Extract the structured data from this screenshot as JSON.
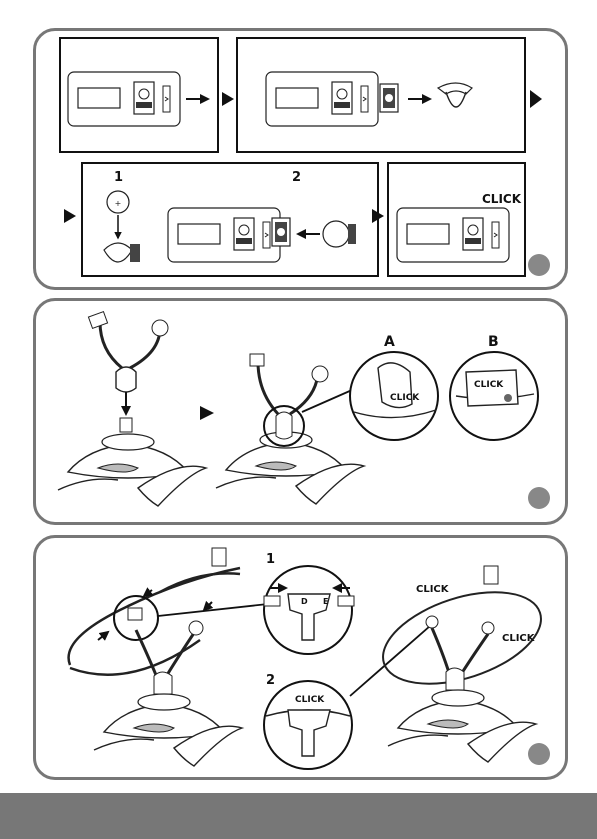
{
  "panel1": {
    "step_numbers": [
      "1",
      "2"
    ],
    "click_text": "CLICK"
  },
  "panel2": {
    "label_a": "A",
    "label_b": "B",
    "click_a": "CLICK",
    "click_b": "CLICK"
  },
  "panel3": {
    "step_numbers": [
      "1",
      "2"
    ],
    "marker_d": "D",
    "marker_e": "E",
    "click_detail": "CLICK",
    "click_top": "CLICK",
    "click_right": "CLICK"
  },
  "colors": {
    "border": "#777777",
    "dot": "#888888",
    "footer": "#777777"
  }
}
